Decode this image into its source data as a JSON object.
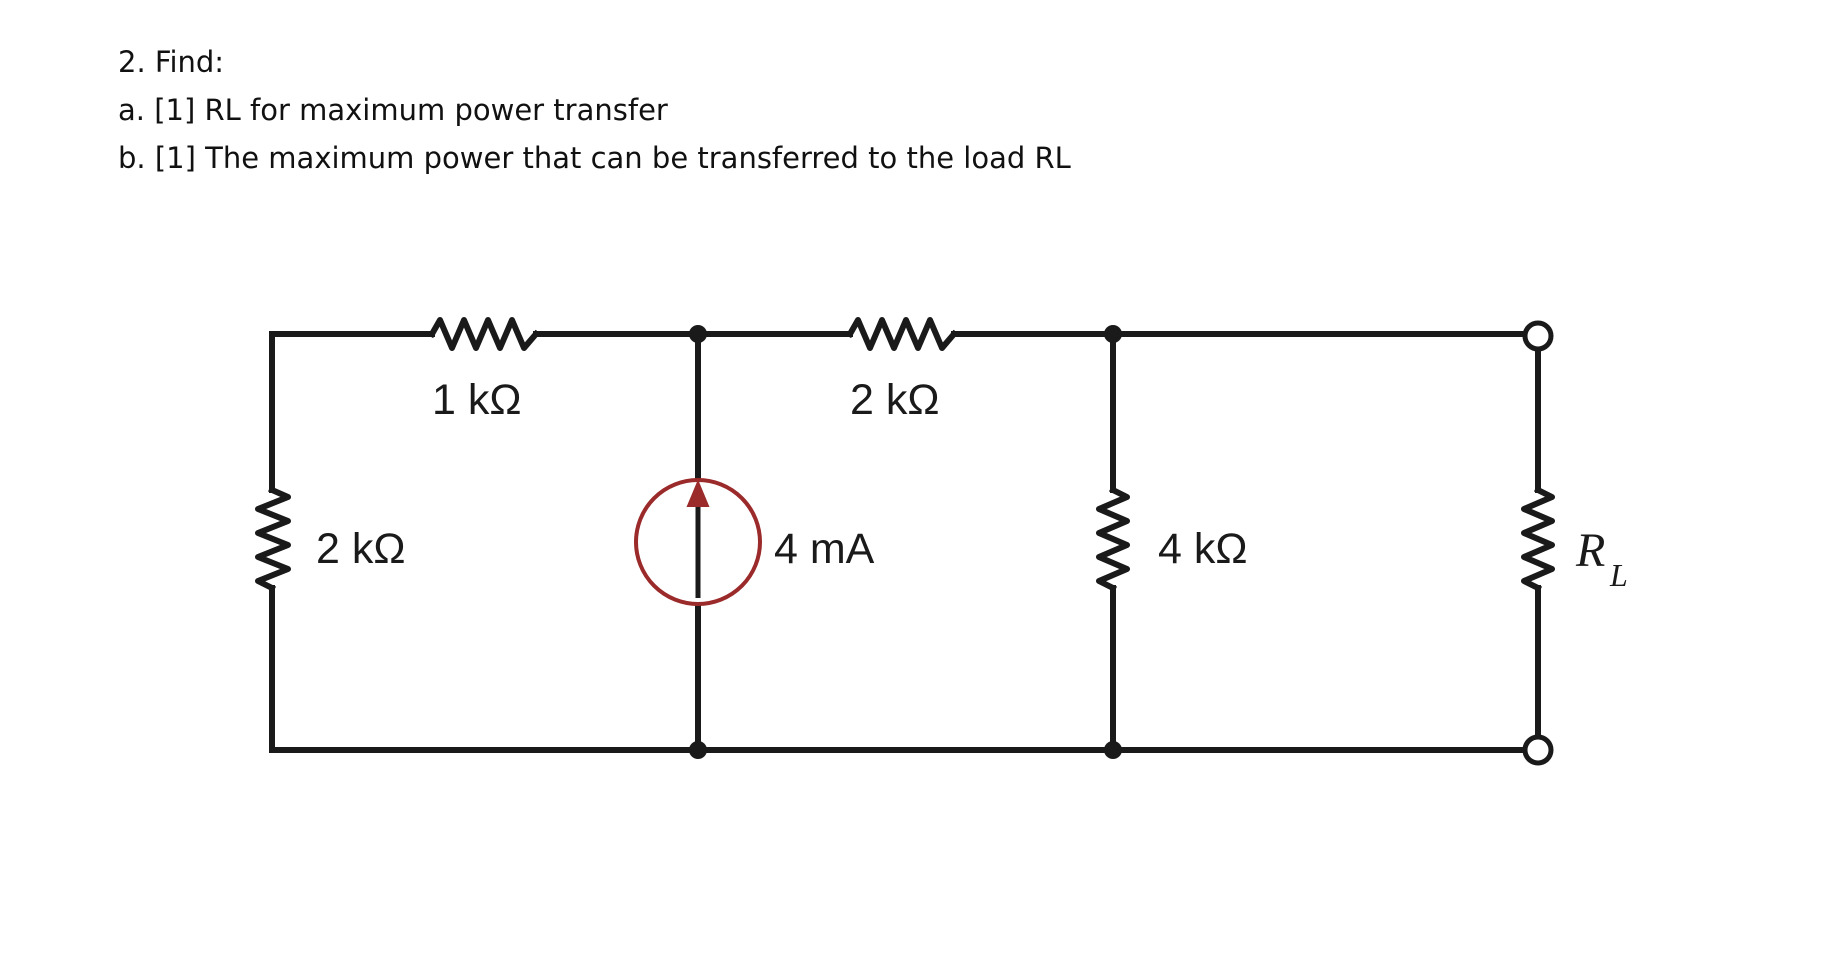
{
  "question": {
    "heading": "2. Find:",
    "part_a": "a. [1] RL for maximum power transfer",
    "part_b": "b. [1] The maximum power that can be transferred to the load RL"
  },
  "circuit": {
    "r_top_left": "1 kΩ",
    "r_top_mid": "2 kΩ",
    "r_left": "2 kΩ",
    "current_source": "4 mA",
    "r_mid_right": "4 kΩ",
    "load_main": "R",
    "load_sub": "L",
    "colors": {
      "wire": "#1a1a1a",
      "source_circle": "#9b2a2a",
      "arrow": "#9b2a2a"
    }
  }
}
